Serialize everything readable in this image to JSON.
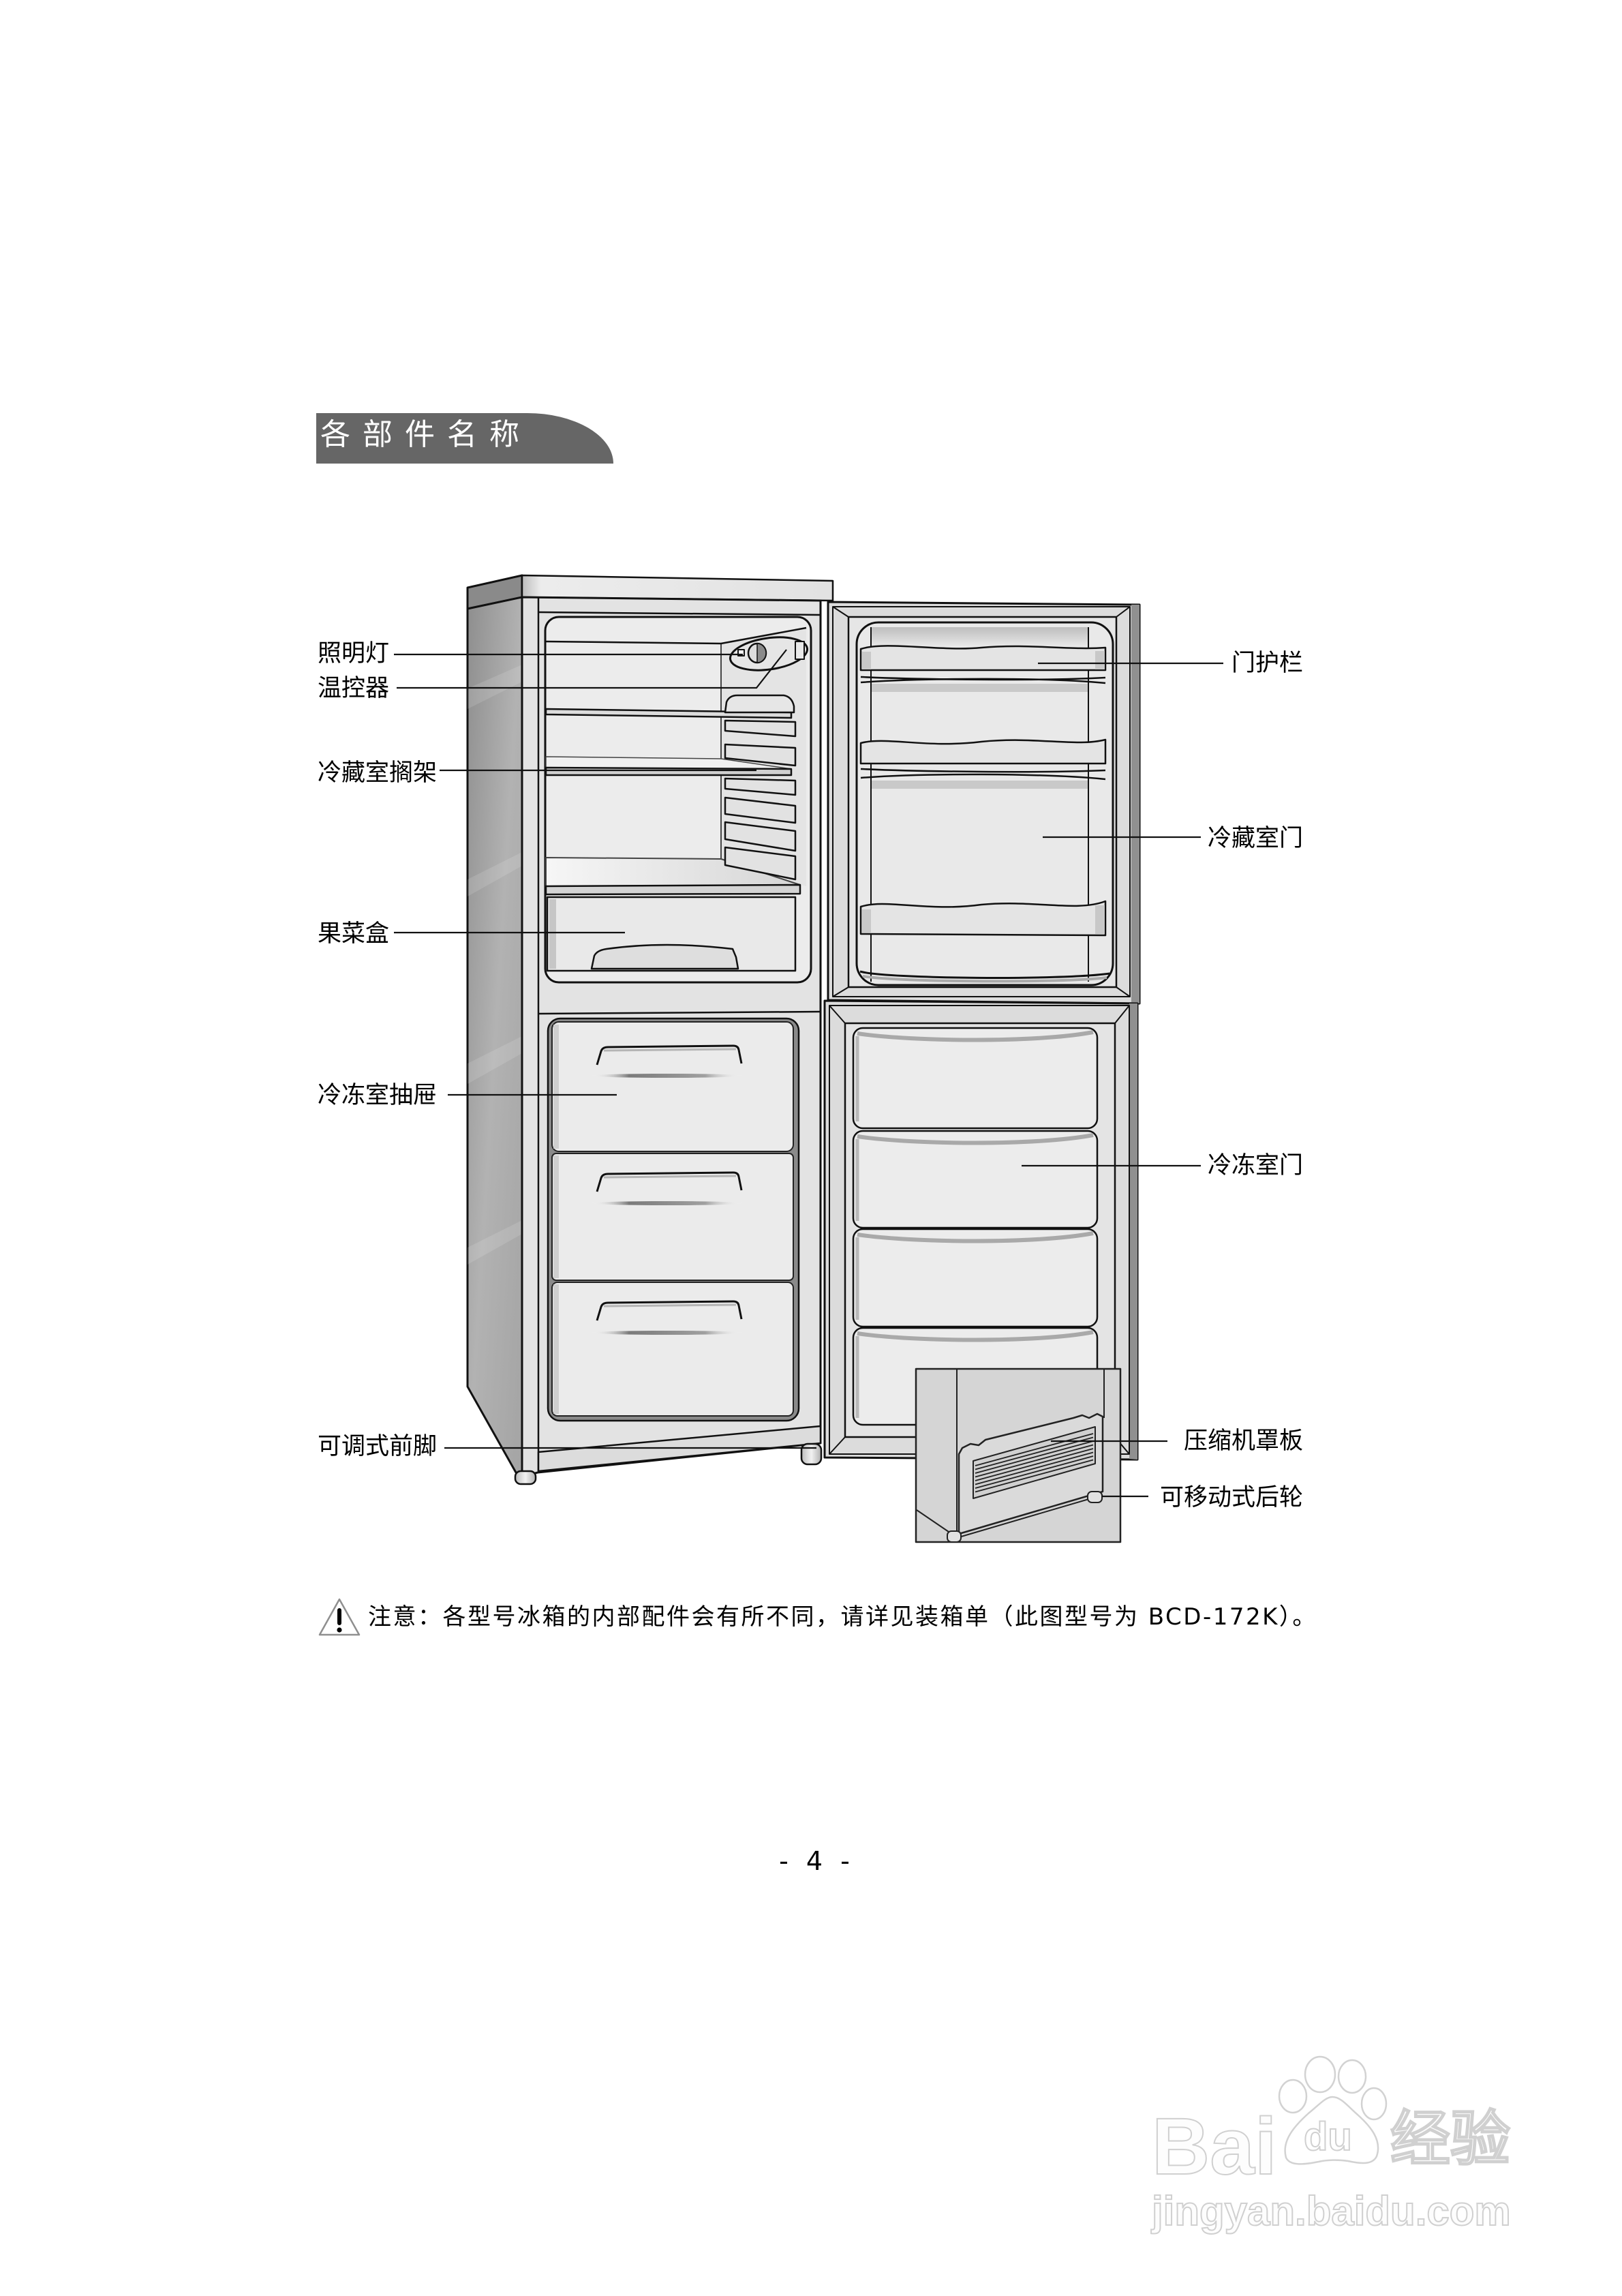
{
  "header": {
    "title": "各部件名称"
  },
  "diagram": {
    "left_labels": [
      {
        "text": "照明灯"
      },
      {
        "text": "温控器"
      },
      {
        "text": "冷藏室搁架"
      },
      {
        "text": "果菜盒"
      },
      {
        "text": "冷冻室抽屉"
      },
      {
        "text": "可调式前脚"
      }
    ],
    "right_labels": [
      {
        "text": "门护栏"
      },
      {
        "text": "冷藏室门"
      },
      {
        "text": "冷冻室门"
      },
      {
        "text": "压缩机罩板"
      },
      {
        "text": "可移动式后轮"
      }
    ]
  },
  "note": {
    "icon": "warning-triangle-icon",
    "text": "注意：各型号冰箱的内部配件会有所不同，请详见装箱单（此图型号为 BCD-172K）。"
  },
  "footer": {
    "page_number": "- 4 -"
  },
  "watermark": {
    "brand": "Bai",
    "paw_text": "du",
    "product": "经验",
    "url": "jingyan.baidu.com"
  },
  "colors": {
    "header_bar": "#666666",
    "header_text": "#ffffff",
    "text": "#000000",
    "fridge_body": "#e3e3e3",
    "fridge_side": "#a6a6a6",
    "inset_background": "#d5d5d5",
    "watermark_outline": "#d0d0d0"
  }
}
